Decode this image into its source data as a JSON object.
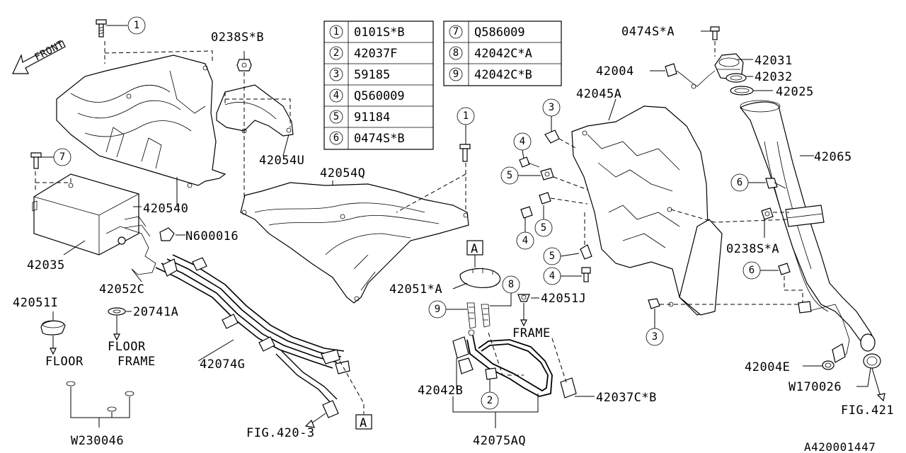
{
  "diagram_id": "A420001447",
  "front_label": "FRONT",
  "legend_left": [
    {
      "num": "1",
      "part": "0101S*B"
    },
    {
      "num": "2",
      "part": "42037F"
    },
    {
      "num": "3",
      "part": "59185"
    },
    {
      "num": "4",
      "part": "Q560009"
    },
    {
      "num": "5",
      "part": "91184"
    },
    {
      "num": "6",
      "part": "0474S*B"
    }
  ],
  "legend_right": [
    {
      "num": "7",
      "part": "Q586009"
    },
    {
      "num": "8",
      "part": "42042C*A"
    },
    {
      "num": "9",
      "part": "42042C*B"
    }
  ],
  "labels": {
    "p0238sb": "0238S*B",
    "p42054u": "42054U",
    "p420540": "420540",
    "p42054q": "42054Q",
    "p42035": "42035",
    "pn600016": "N600016",
    "p42052c": "42052C",
    "p42051i": "42051I",
    "p20741a": "20741A",
    "floor1": "FLOOR",
    "floor2": "FLOOR",
    "frame1": "FRAME",
    "frame2": "FRAME",
    "w230046": "W230046",
    "p42074g": "42074G",
    "fig4203": "FIG.420-3",
    "ref_a1": "A",
    "ref_a2": "A",
    "p42051a": "42051*A",
    "p42051j": "42051J",
    "p42042b": "42042B",
    "p42037cb": "42037C*B",
    "p42075aq": "42075AQ",
    "p0474sa": "0474S*A",
    "p42004": "42004",
    "p42031": "42031",
    "p42032": "42032",
    "p42025": "42025",
    "p42045a": "42045A",
    "p42065": "42065",
    "p0238sa": "0238S*A",
    "p42004e": "42004E",
    "w170026": "W170026",
    "fig421": "FIG.421"
  },
  "callouts": {
    "c1a": "1",
    "c7": "7",
    "c1b": "1",
    "c3a": "3",
    "c4a": "4",
    "c5a": "5",
    "c5b": "5",
    "c4b": "4",
    "c5c": "5",
    "c4c": "4",
    "c3b": "3",
    "c6a": "6",
    "c6b": "6",
    "c8": "8",
    "c9": "9",
    "c2": "2"
  }
}
